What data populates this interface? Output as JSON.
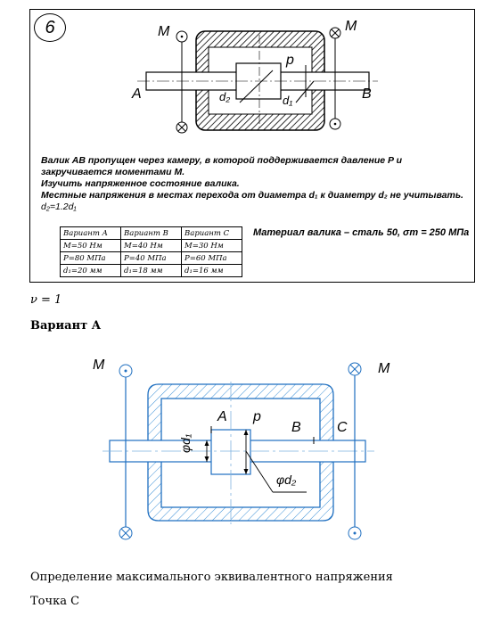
{
  "task_card": {
    "number": "6",
    "labels": {
      "M_left": "M",
      "M_right": "M",
      "A": "A",
      "B": "B",
      "p": "p",
      "d2": "d₂",
      "d1": "d₁"
    },
    "lines": [
      "Валик AB пропущен через камеру, в которой поддерживается давление P и",
      "закручивается моментами M.",
      "Изучить напряженное состояние валика.",
      "Местные напряжения в местах перехода от диаметра d₁ к диаметру d₂ не учитывать.",
      "d₂=1.2d₁"
    ],
    "table": {
      "headers": [
        "Вариант A",
        "Вариант B",
        "Вариант C"
      ],
      "rows": [
        [
          "M=50 Нм",
          "M=40 Нм",
          "M=30 Нм"
        ],
        [
          "P=80 МПа",
          "P=40 МПа",
          "P=60 МПа"
        ],
        [
          "d₁=20 мм",
          "d₁=18 мм",
          "d₁=16 мм"
        ]
      ]
    },
    "material": "Материал валика – сталь 50, σт = 250 МПа"
  },
  "nu_line": "ν = 1",
  "variant_heading": "Вариант А",
  "diagram": {
    "labels": {
      "M_left": "M",
      "M_right": "M",
      "A": "A",
      "p": "p",
      "B": "B",
      "C": "C",
      "d1": "φd₁",
      "d2": "φd₂"
    }
  },
  "paragraph1": "Определение максимального эквивалентного напряжения",
  "paragraph2": "Точка С"
}
